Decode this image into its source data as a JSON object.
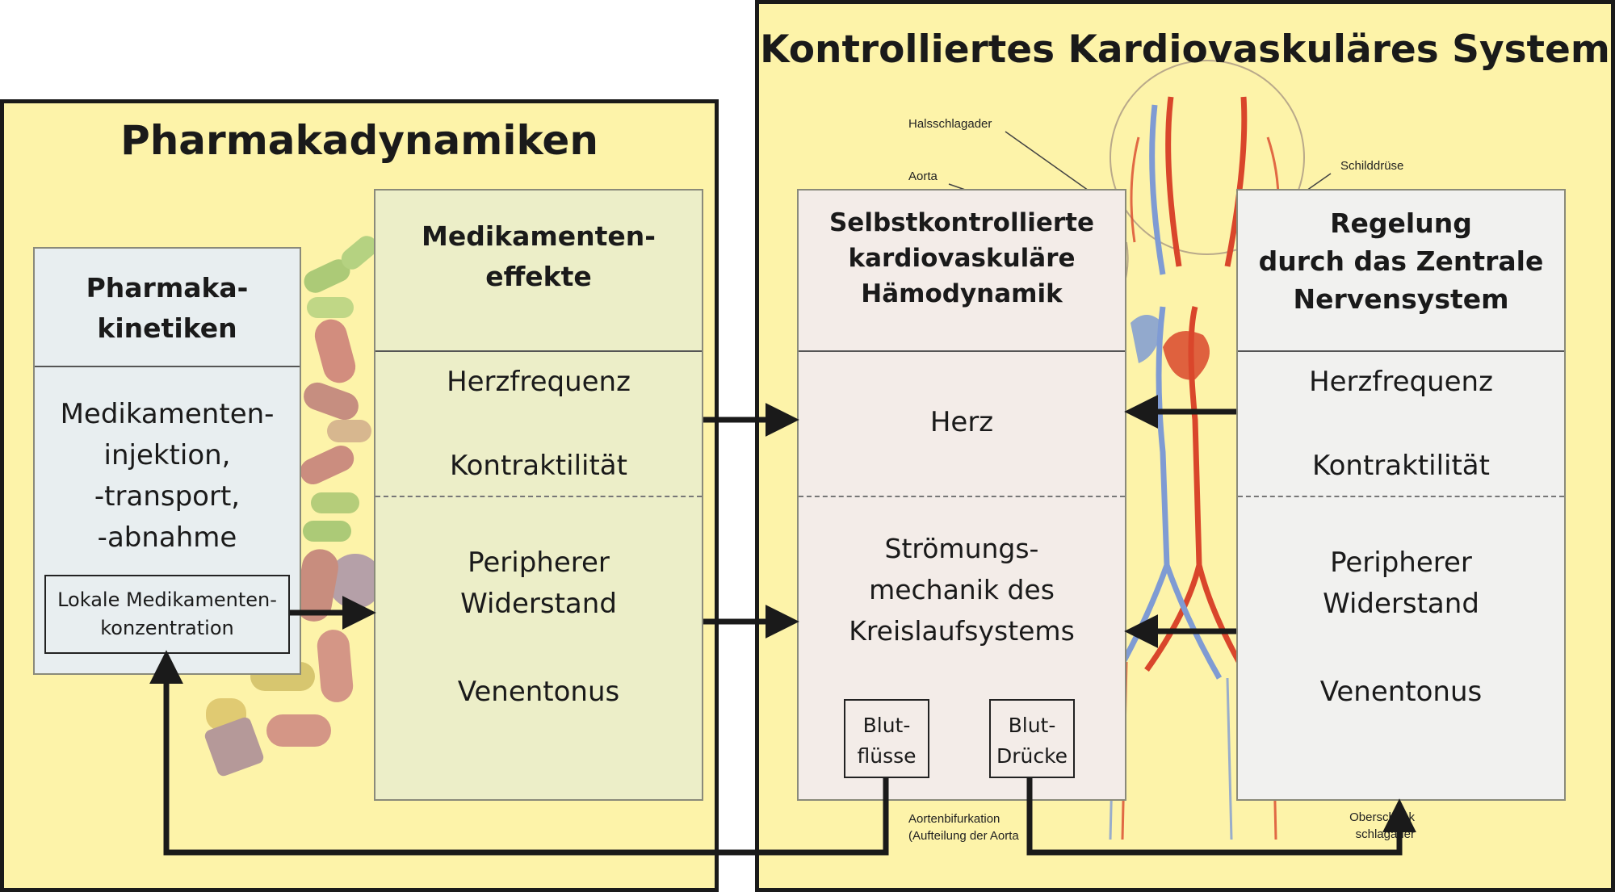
{
  "left_panel": {
    "title": "Pharmakadynamiken",
    "kinetics_box": {
      "header": "Pharmaka-\nkinetiken",
      "body": "Medikamenten-\ninjektion,\n-transport,\n-abnahme",
      "inner_label": "Lokale Medikamenten-\nkonzentration"
    },
    "effects_box": {
      "header": "Medikamenten-\neffekte",
      "item_1": "Herzfrequenz",
      "item_2": "Kontraktilität",
      "item_3": "Peripherer\nWiderstand",
      "item_4": "Venentonus"
    }
  },
  "right_panel": {
    "title": "Kontrolliertes Kardiovaskuläres System",
    "anatomy_labels": {
      "halsschlagader": "Halsschlagader",
      "aorta": "Aorta",
      "schilddruese": "Schilddrüse",
      "aortenbifurkation": "Aortenbifurkation\n(Aufteilung der Aorta",
      "oberschenkel": "Oberschenk\nschlagader"
    },
    "hemodynamics_box": {
      "header": "Selbstkontrollierte\nkardiovaskuläre\nHämodynamik",
      "heart": "Herz",
      "mechanics": "Strömungs-\nmechanik des\nKreislaufsystems",
      "blood_flows": "Blut-\nflüsse",
      "blood_pressures": "Blut-\nDrücke"
    },
    "cns_box": {
      "header": "Regelung\ndurch das Zentrale\nNervensystem",
      "item_1": "Herzfrequenz",
      "item_2": "Kontraktilität",
      "item_3": "Peripherer\nWiderstand",
      "item_4": "Venentonus"
    }
  },
  "colors": {
    "panel_bg": "#fdf3a9",
    "kinetics_bg": "#e8eef0",
    "effects_bg": "#eceec8",
    "hemodynamics_bg": "#f3ece8",
    "cns_bg": "#f1f1ef",
    "arrow": "#1a1a1a"
  }
}
